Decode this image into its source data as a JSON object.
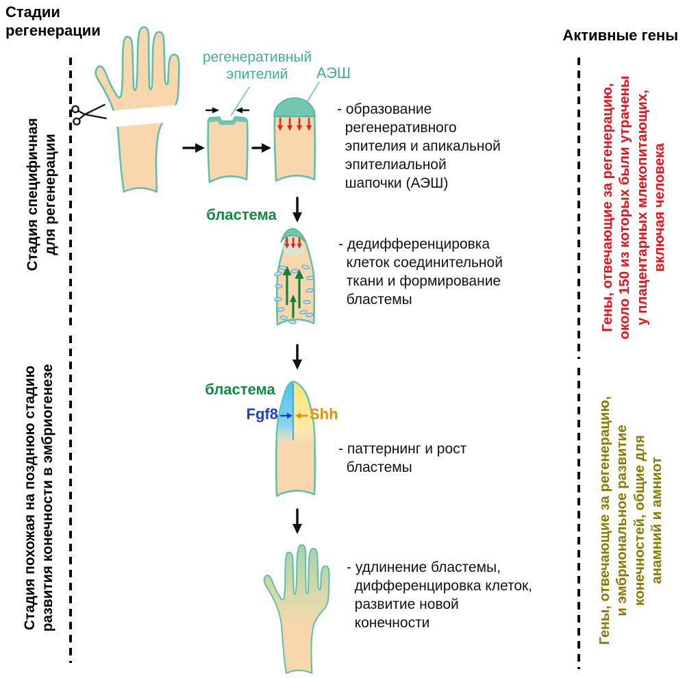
{
  "headers": {
    "left": "Стадии\nрегенерации",
    "right": "Активные гены"
  },
  "side_labels": {
    "left_top": "Стадия специфичная\nдля регенерации",
    "left_bottom": "Стадия похожая на позднюю стадию\nразвития конечности в эмбриогенезе",
    "right_top": "Гены, отвечающие за регенерацию,\nоколо 150 из которых были утрачены\nу плацентарных млекопитающих,\nвключая человека",
    "right_bottom": "Гены, отвечающие за регенерацию,\nи эмбриональное развитие\nконечностей, общие для\nанамний и амниот"
  },
  "figure_labels": {
    "regenerative_epithelium": "регенеративный\nэпителий",
    "aec": "АЭШ",
    "blastema_formation": "бластема",
    "blastema_patterning": "бластема",
    "fgf8": "Fgf8",
    "shh": "Shh"
  },
  "stages": [
    {
      "description": "- образование\n  регенеративного\n  эпителия и апикальной\n  эпителиальной\n  шапочки (АЭШ)"
    },
    {
      "description": "- дедифференцировка\n  клеток соединительной\n  ткани и формирование\n  бластемы"
    },
    {
      "description": "- паттернинг и рост\n  бластемы"
    },
    {
      "description": "- удлинение бластемы,\n  дифференцировка клеток,\n  развитие новой\n  конечности"
    }
  ],
  "colors": {
    "limb_fill": "#f8d7ac",
    "limb_outline": "#5fc0aa",
    "aec_cap": "#6fc6b1",
    "label_teal": "#3fae99",
    "blastema_green": "#0d8c3f",
    "arrow_red": "#e32121",
    "arrow_green": "#15803c",
    "fgf8_blue": "#1f3fc4",
    "fgf8_zone_blue": "#46c2ee",
    "shh_orange": "#f08a00",
    "shh_zone_yellow": "#ffe476",
    "genes_lost_red": "#e8111c",
    "genes_shared_olive": "#8a7a00"
  }
}
